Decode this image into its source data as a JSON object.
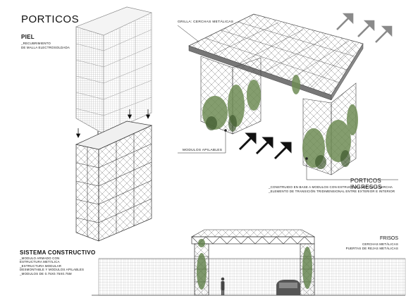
{
  "title": "PORTICOS",
  "piel": {
    "heading": "PIEL",
    "lines": [
      "_RECUBRIMIENTO",
      "DE MALLA ELECTROSOLDADA"
    ]
  },
  "grilla_label": "GRILLA: CERCHAS METÁLICAS",
  "modulos_label": "MODULOS APILABLES",
  "porticos_ingresos": {
    "heading": "PORTICOS INGRESOS",
    "lines": [
      "_CONSTRUIDO EN BASE A MODULOS CON ESTRUCTURA METÁLICA CERCHA",
      "_ELEMENTO DE TRANSICIÓN TRIDIMENSIONAL ENTRE EXTERIOR E INTERIOR"
    ]
  },
  "frisos": {
    "heading": "FRISOS",
    "lines": [
      "CERCHAS METÁLICAS",
      "PUERTAS DE REJAS METÁLICAS"
    ]
  },
  "sistema": {
    "heading": "SISTEMA CONSTRUCTIVO",
    "lines": [
      "_MODULO ARMADO CON",
      "ESTRUCTURA METÁLICA",
      "_ESTRUCTURA MODULAR",
      "DESMONTABLE Y MODULOS APILABLES",
      "_MODULOS DE 0.75X0.75X0.75m"
    ]
  }
}
